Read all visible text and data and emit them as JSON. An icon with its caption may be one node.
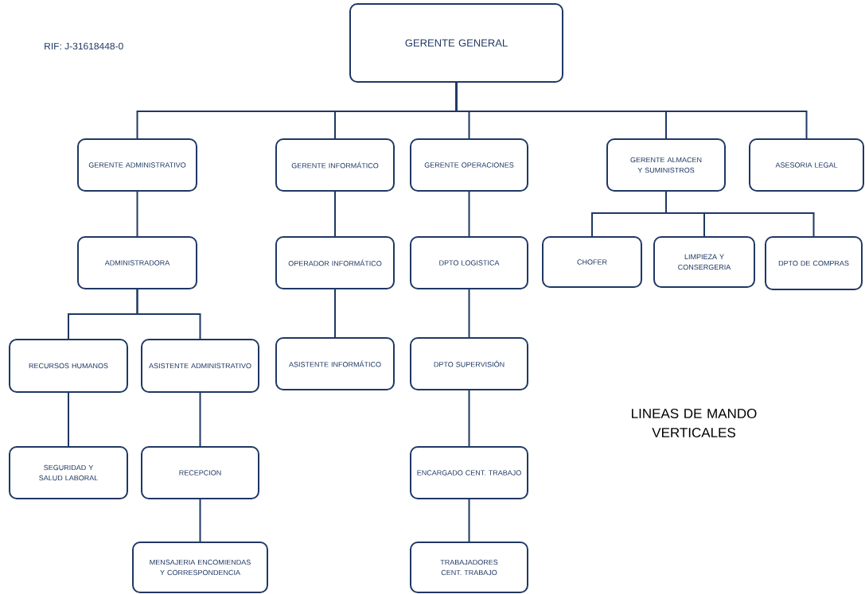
{
  "diagram": {
    "nodes": [
      {
        "text": [
          "GERENTE GENERAL"
        ]
      },
      {
        "text": [
          "GERENTE ADMINISTRATIVO"
        ]
      },
      {
        "text": [
          "GERENTE INFORMÁTICO"
        ]
      },
      {
        "text": [
          "GERENTE OPERACIONES"
        ]
      },
      {
        "text": [
          "GERENTE ALMACEN Y SUMINISTROS"
        ]
      },
      {
        "text": [
          "ASESORIA LEGAL"
        ]
      },
      {
        "text": [
          "ADMINISTRADORA"
        ]
      },
      {
        "text": [
          "OPERADOR INFORMÁTICO"
        ]
      },
      {
        "text": [
          "DPTO LOGISTICA"
        ]
      },
      {
        "text": [
          "CHOFER"
        ]
      },
      {
        "text": [
          "LIMPIEZA Y CONSERGERIA"
        ]
      },
      {
        "text": [
          "DPTO DE COMPRAS"
        ]
      },
      {
        "text": [
          "RECURSOS HUMANOS"
        ]
      },
      {
        "text": [
          "ASISTENTE ADMINISTRATIVO"
        ]
      },
      {
        "text": [
          "ASISTENTE INFORMÁTICO"
        ]
      },
      {
        "text": [
          "DPTO SUPERVISIÓN"
        ]
      },
      {
        "text": [
          "SEGURIDAD Y SALUD LABORAL"
        ]
      },
      {
        "text": [
          "RECEPCION"
        ]
      },
      {
        "text": [
          "ENCARGADO CENT. TRABAJO"
        ]
      },
      {
        "text": [
          "MENSAJERIA ENCOMIENDAS Y CORRESPONDENCIA"
        ]
      },
      {
        "text": [
          "TRABAJADORES CENT. TRABAJO"
        ]
      }
    ],
    "edges": [
      {
        "from": 0,
        "to": 1,
        "arrow": "none"
      },
      {
        "from": 0,
        "to": 2,
        "arrow": "none"
      },
      {
        "from": 0,
        "to": 3,
        "arrow": "none"
      },
      {
        "from": 0,
        "to": 4,
        "arrow": "none"
      },
      {
        "from": 0,
        "to": 5,
        "arrow": "none"
      },
      {
        "from": 1,
        "to": 6,
        "arrow": "none"
      },
      {
        "from": 2,
        "to": 7,
        "arrow": "none"
      },
      {
        "from": 3,
        "to": 8,
        "arrow": "none"
      },
      {
        "from": 4,
        "to": 9,
        "arrow": "none"
      },
      {
        "from": 4,
        "to": 10,
        "arrow": "none"
      },
      {
        "from": 4,
        "to": 11,
        "arrow": "none"
      },
      {
        "from": 6,
        "to": 12,
        "arrow": "none"
      },
      {
        "from": 6,
        "to": 13,
        "arrow": "none"
      },
      {
        "from": 7,
        "to": 14,
        "arrow": "none"
      },
      {
        "from": 8,
        "to": 15,
        "arrow": "none"
      },
      {
        "from": 13,
        "to": 17,
        "arrow": "none"
      },
      {
        "from": 12,
        "to": 16,
        "arrow": "none"
      },
      {
        "from": 15,
        "to": 18,
        "arrow": "none"
      },
      {
        "from": 17,
        "to": 19,
        "arrow": "none"
      },
      {
        "from": 18,
        "to": 20,
        "arrow": "none"
      }
    ],
    "labels": [
      "RIF: J-31618448-0",
      "LINEAS DE MANDO VERTICALES"
    ]
  }
}
